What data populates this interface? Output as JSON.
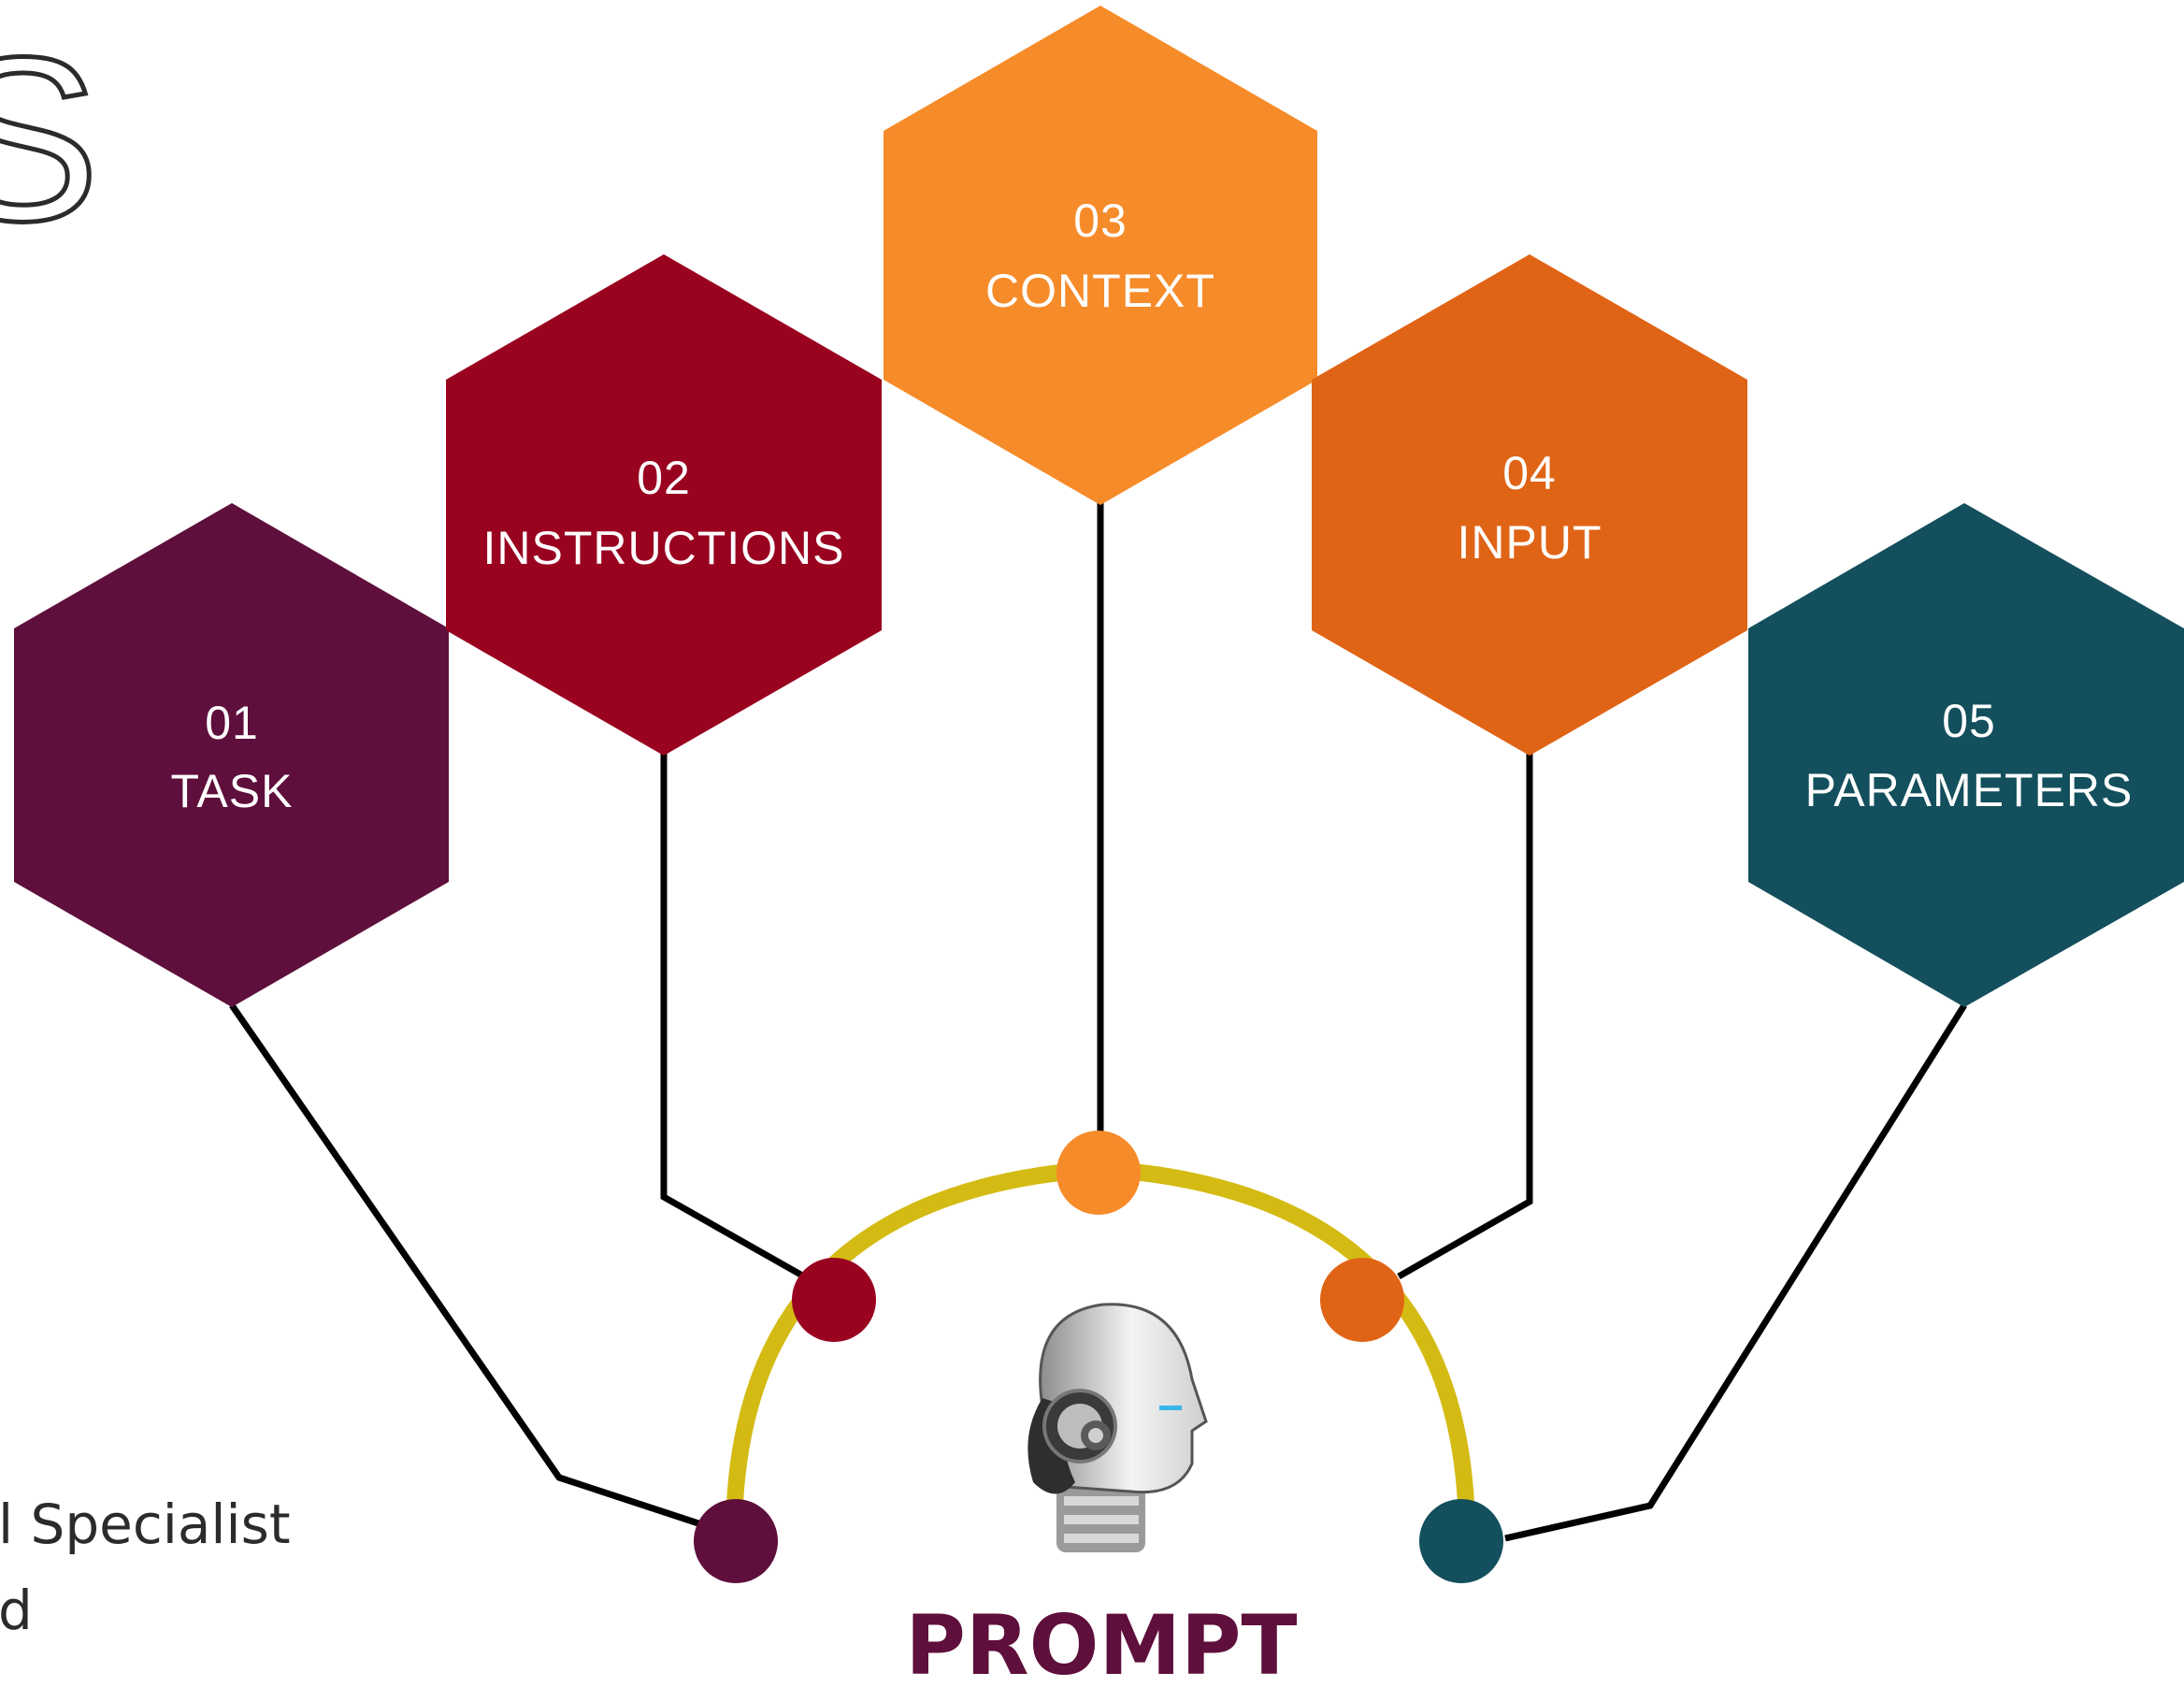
{
  "diagram": {
    "hexagons": [
      {
        "id": "task",
        "number": "01",
        "label": "TASK",
        "color": "#5e0f3b"
      },
      {
        "id": "instructions",
        "number": "02",
        "label": "INSTRUCTIONS",
        "color": "#990320"
      },
      {
        "id": "context",
        "number": "03",
        "label": "CONTEXT",
        "color": "#f68b29"
      },
      {
        "id": "input",
        "number": "04",
        "label": "INPUT",
        "color": "#e06416"
      },
      {
        "id": "parameters",
        "number": "05",
        "label": "PARAMETERS",
        "color": "#134f5c"
      }
    ],
    "center_label": "PROMPT",
    "center_icon": "robot-head-icon",
    "arc_color": "#d4bb14",
    "connector_color": "#000000"
  },
  "clipped_text": {
    "top_left_glyph": "S",
    "left_line_1": "l Specialist",
    "left_line_2": "d"
  }
}
